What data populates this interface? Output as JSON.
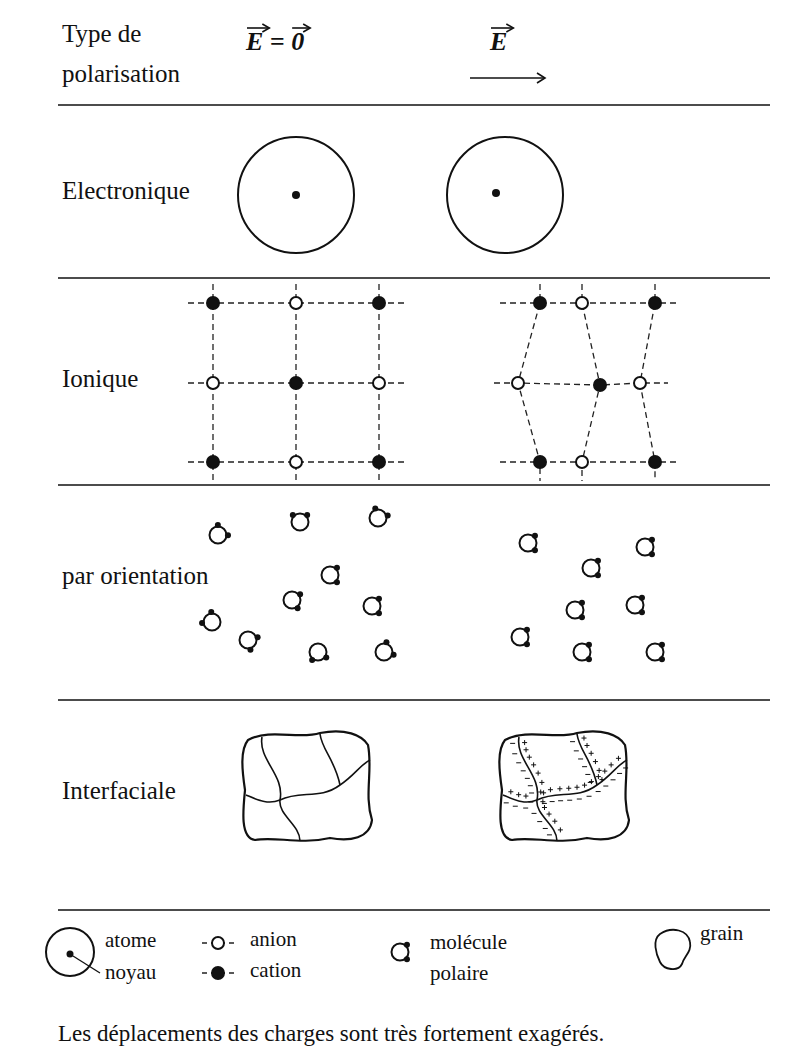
{
  "diagram": {
    "caption": "Les déplacements des charges sont très fortement exagérés.",
    "labels": [
      "Type de polarisation",
      "E = 0",
      "E",
      "Electronique",
      "Ionique",
      "par orientation",
      "Interfaciale"
    ],
    "legend": [
      {
        "text": "atome"
      },
      {
        "text": "noyau"
      },
      {
        "text": "anion"
      },
      {
        "text": "cation"
      },
      {
        "text": "molécule polaire"
      },
      {
        "text": "grain"
      }
    ]
  }
}
